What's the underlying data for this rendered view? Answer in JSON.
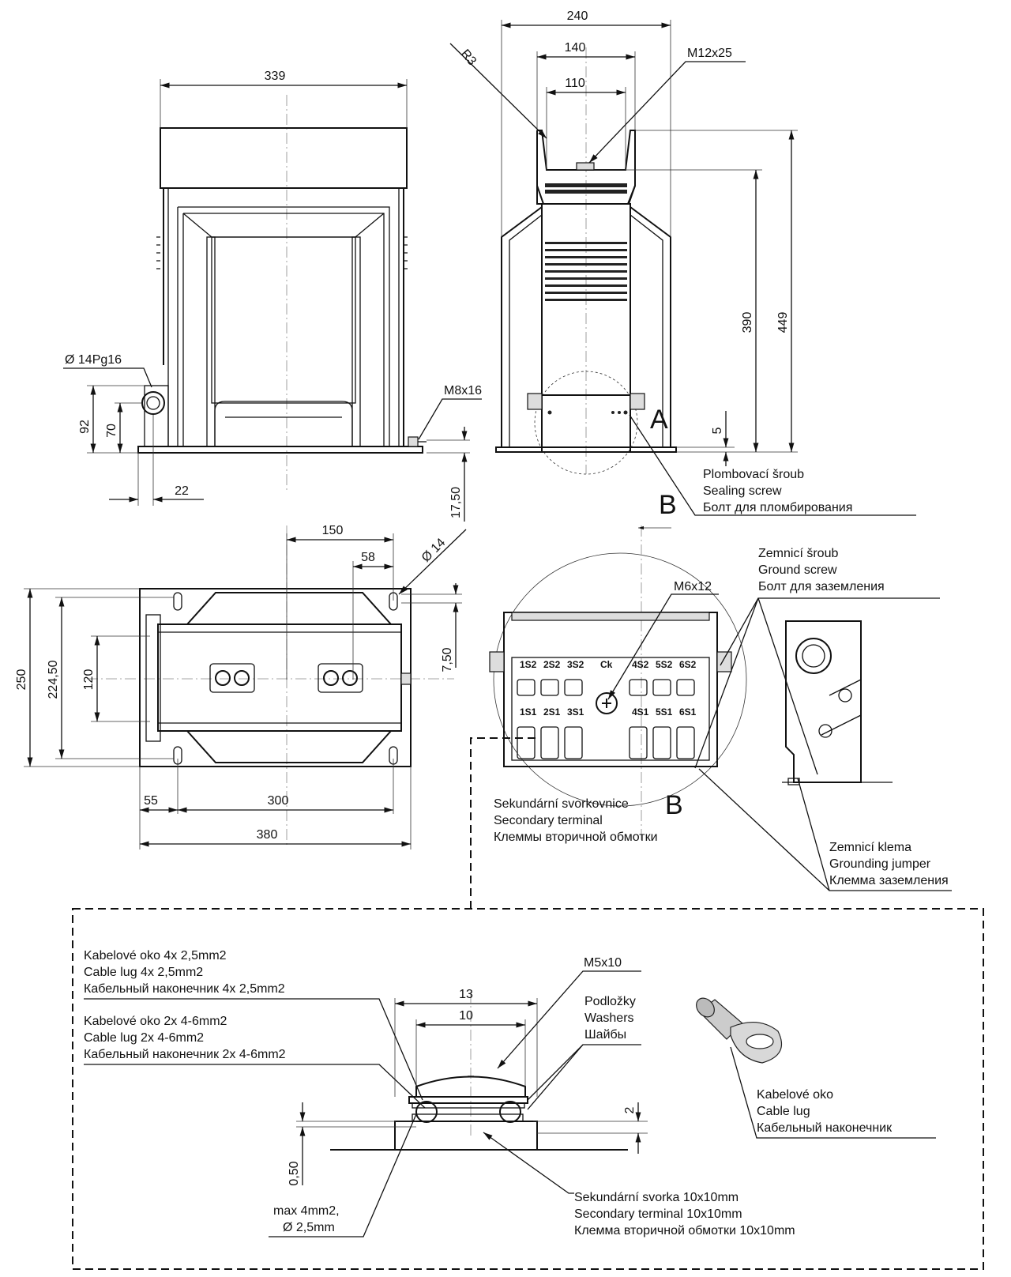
{
  "dims": {
    "top_width": "339",
    "side_width": "240",
    "side_140": "140",
    "side_110": "110",
    "r3": "R3",
    "m12x25": "M12x25",
    "h390": "390",
    "h449": "449",
    "h5": "5",
    "pg16": "Ø  14Pg16",
    "h92": "92",
    "h70": "70",
    "w22": "22",
    "m8x16": "M8x16",
    "h17_50": "17,50",
    "p150": "150",
    "p58": "58",
    "p_d14": "Ø 14",
    "p7_50": "7,50",
    "p250": "250",
    "p224_50": "224,50",
    "p120": "120",
    "p55": "55",
    "p300": "300",
    "p380": "380",
    "m6x12": "M6x12",
    "m5x10": "M5x10",
    "d13": "13",
    "d10": "10",
    "d2": "2",
    "d0_50": "0,50"
  },
  "labels": {
    "letter_a": "A",
    "letter_b_top": "B",
    "letter_b_bottom": "B",
    "sealing": [
      "Plombovací šroub",
      "Sealing screw",
      "Болт для пломбирования"
    ],
    "ground_screw": [
      "Zemnicí šroub",
      "Ground screw",
      "Болт для заземления"
    ],
    "secondary_terminal": [
      "Sekundární svorkovnice",
      "Secondary terminal",
      "Клеммы вторичной обмотки"
    ],
    "grounding_jumper": [
      "Zemnicí klema",
      "Grounding jumper",
      "Клемма заземления"
    ],
    "lug_4x": [
      "Kabelové oko 4x 2,5mm2",
      "Cable lug 4x 2,5mm2",
      "Кабельный наконечник 4x 2,5mm2"
    ],
    "lug_2x": [
      "Kabelové oko 2x 4-6mm2",
      "Cable lug 2x 4-6mm2",
      "Кабельный наконечник 2x 4-6mm2"
    ],
    "washers": [
      "Podložky",
      "Washers",
      "Шайбы"
    ],
    "cable_lug": [
      "Kabelové oko",
      "Cable lug",
      "Кабельный наконечник"
    ],
    "sec_terminal_10": [
      "Sekundární svorka 10x10mm",
      "Secondary terminal 10x10mm",
      "Клемма вторичной обмотки 10x10mm"
    ],
    "max_wire": [
      "max 4mm2,",
      "Ø  2,5mm"
    ]
  },
  "terminals": {
    "top_row": [
      "1S2",
      "2S2",
      "3S2",
      "Ck",
      "4S2",
      "5S2",
      "6S2"
    ],
    "bottom_row": [
      "1S1",
      "2S1",
      "3S1",
      "4S1",
      "5S1",
      "6S1"
    ]
  }
}
